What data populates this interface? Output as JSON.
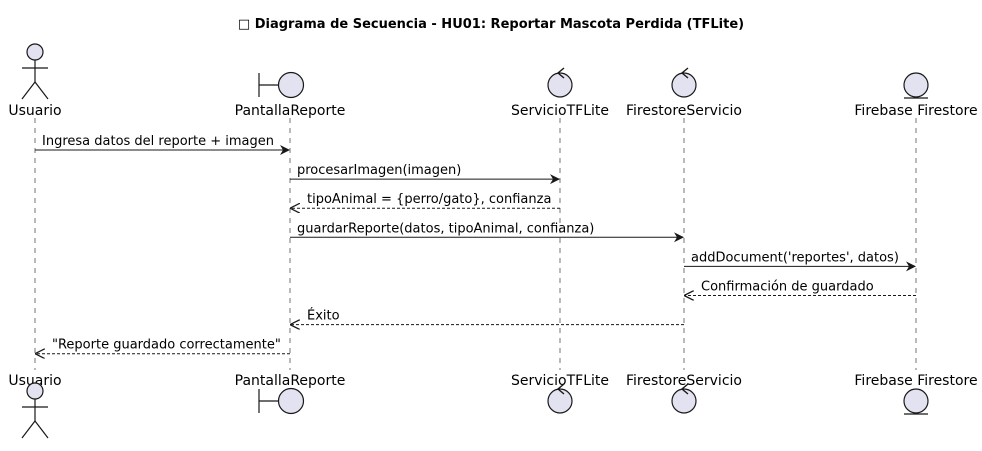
{
  "title": "□ Diagrama de Secuencia - HU01: Reportar Mascota Perdida (TFLite)",
  "colors": {
    "participant_fill": "#E2E2F0",
    "participant_stroke": "#181818",
    "lifeline": "#181818",
    "arrow": "#181818",
    "text": "#000000"
  },
  "participants": [
    {
      "id": "usuario",
      "kind": "actor",
      "label": "Usuario"
    },
    {
      "id": "pantalla",
      "kind": "boundary",
      "label": "PantallaReporte"
    },
    {
      "id": "tflite",
      "kind": "control",
      "label": "ServicioTFLite"
    },
    {
      "id": "firestore_servicio",
      "kind": "control",
      "label": "FirestoreServicio"
    },
    {
      "id": "firebase",
      "kind": "entity",
      "label": "Firebase Firestore"
    }
  ],
  "messages": [
    {
      "from": "usuario",
      "to": "pantalla",
      "style": "sync",
      "label": "Ingresa datos del reporte + imagen"
    },
    {
      "from": "pantalla",
      "to": "tflite",
      "style": "sync",
      "label": "procesarImagen(imagen)"
    },
    {
      "from": "tflite",
      "to": "pantalla",
      "style": "return",
      "label": "tipoAnimal = {perro/gato}, confianza"
    },
    {
      "from": "pantalla",
      "to": "firestore_servicio",
      "style": "sync",
      "label": "guardarReporte(datos, tipoAnimal, confianza)"
    },
    {
      "from": "firestore_servicio",
      "to": "firebase",
      "style": "sync",
      "label": "addDocument('reportes', datos)"
    },
    {
      "from": "firebase",
      "to": "firestore_servicio",
      "style": "return",
      "label": "Confirmación de guardado"
    },
    {
      "from": "firestore_servicio",
      "to": "pantalla",
      "style": "return",
      "label": "Éxito"
    },
    {
      "from": "pantalla",
      "to": "usuario",
      "style": "return",
      "label": "\"Reporte guardado correctamente\""
    }
  ]
}
